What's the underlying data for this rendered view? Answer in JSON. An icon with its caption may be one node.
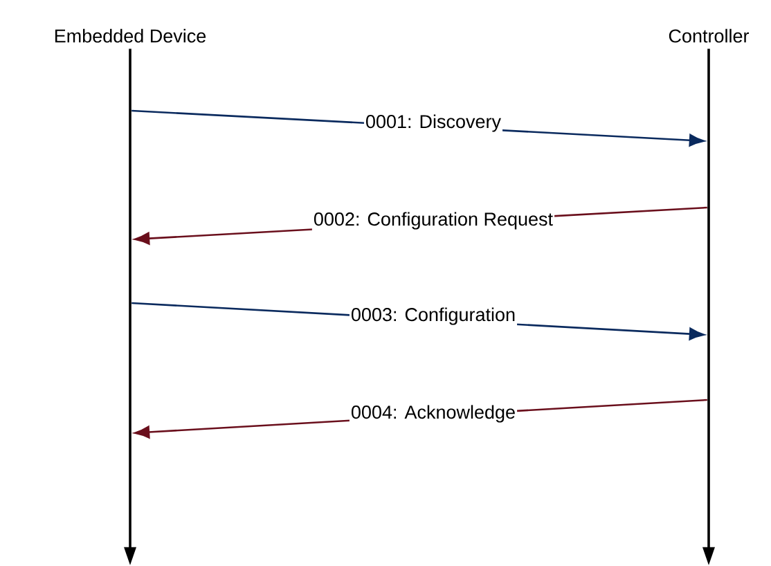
{
  "diagram": {
    "nodes": [
      {
        "text": [],
        "shape": "bar",
        "beside": [
          "Embedded Device"
        ]
      },
      {
        "text": [],
        "shape": "bar",
        "beside": [
          "Controller"
        ]
      }
    ],
    "edges": [
      {
        "from": 0,
        "to": 1,
        "arrow": "to",
        "label": "0001: Discovery",
        "color": "#0a2a5e"
      },
      {
        "from": 1,
        "to": 0,
        "arrow": "to",
        "label": "0002: Configuration Request",
        "color": "#6a0f1c"
      },
      {
        "from": 0,
        "to": 1,
        "arrow": "to",
        "label": "0003: Configuration",
        "color": "#0a2a5e"
      },
      {
        "from": 1,
        "to": 0,
        "arrow": "to",
        "label": "0004: Acknowledge",
        "color": "#6a0f1c"
      }
    ]
  }
}
